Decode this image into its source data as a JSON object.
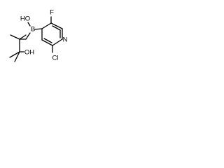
{
  "molecule": {
    "atoms": {
      "ho_top": "HO",
      "boron": "B",
      "fluorine": "F",
      "nitrogen": "N",
      "chlorine": "Cl",
      "oh_bottom": "OH"
    }
  }
}
